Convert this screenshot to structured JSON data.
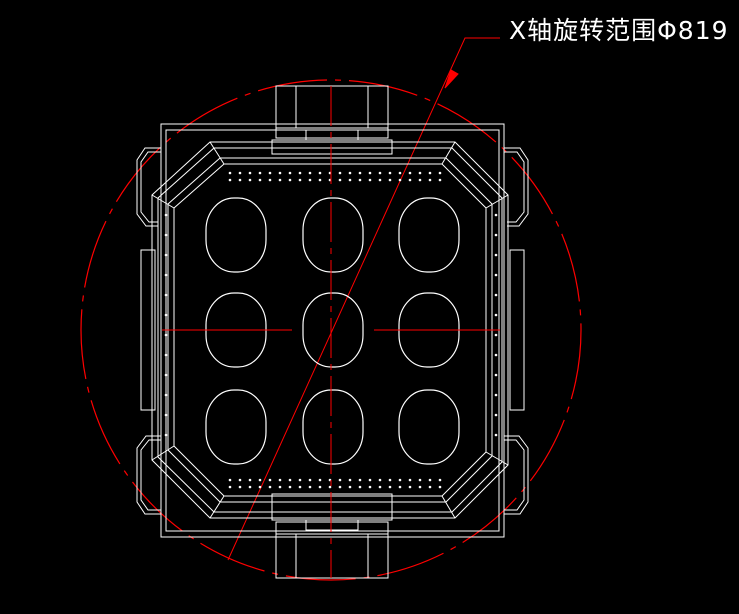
{
  "annotation": {
    "label": "X轴旋转范围Φ819"
  },
  "colors": {
    "background": "#000000",
    "linework": "#ffffff",
    "centerlines": "#ff0000"
  },
  "grid_openings": {
    "rows": 3,
    "columns": 3
  }
}
